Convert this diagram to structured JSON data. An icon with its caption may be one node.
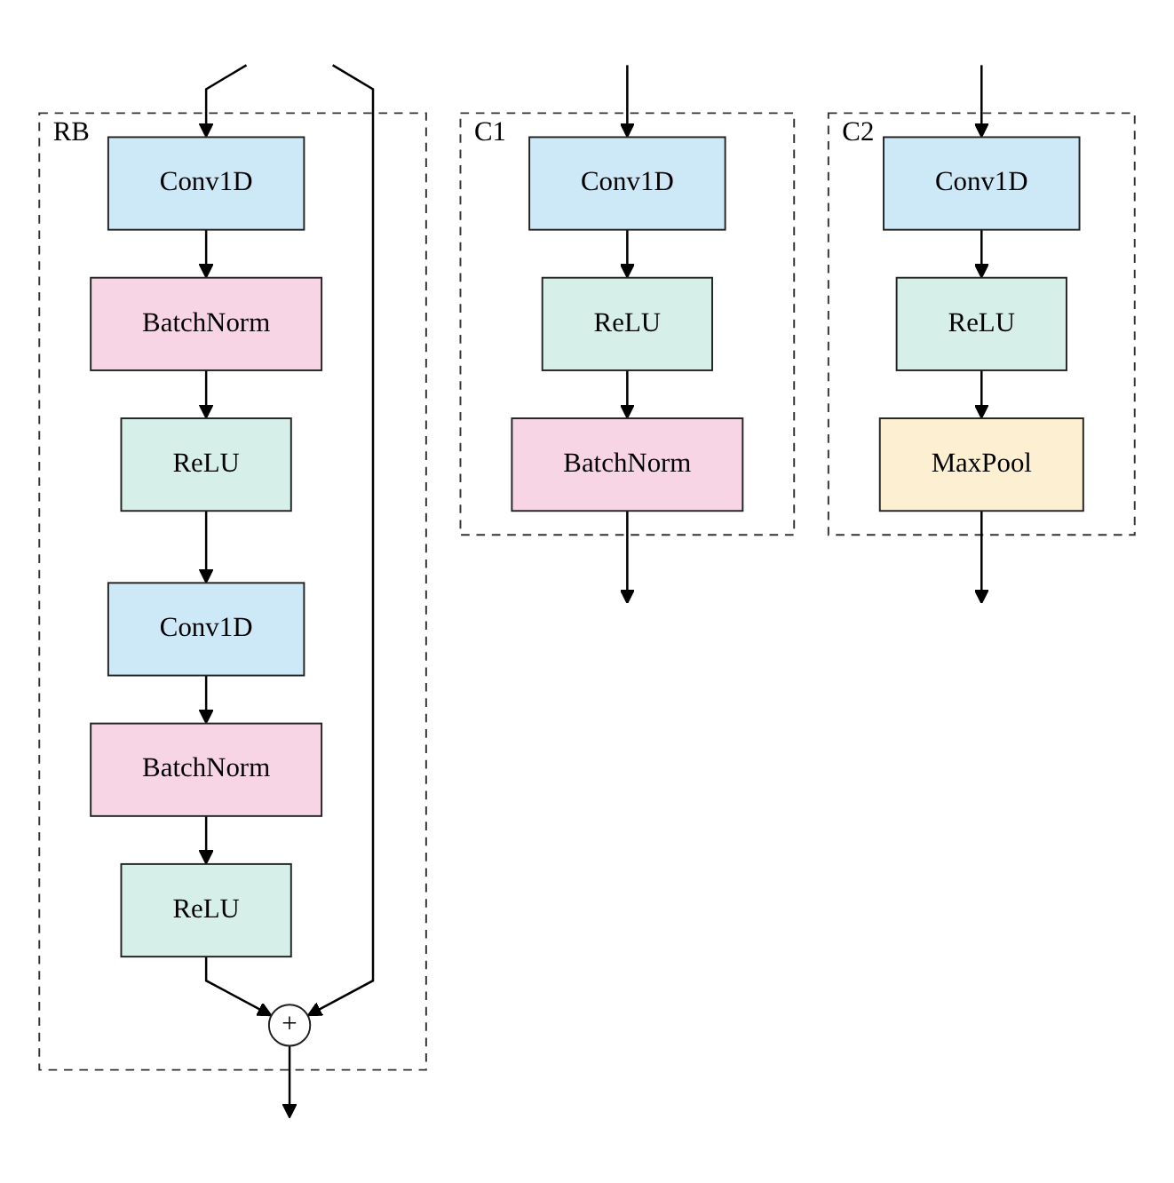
{
  "diagram": {
    "nodes": [
      {
        "text": [
          "C1"
        ]
      },
      {
        "text": [
          "Conv1D"
        ],
        "in": 0
      },
      {
        "text": [
          "ReLU"
        ],
        "in": 0
      },
      {
        "text": [
          "BatchNorm"
        ],
        "in": 0
      },
      {
        "text": [
          "C2"
        ]
      },
      {
        "text": [
          "Conv1D"
        ],
        "in": 4
      },
      {
        "text": [
          "ReLU"
        ],
        "in": 4
      },
      {
        "text": [
          "MaxPool"
        ],
        "in": 4
      },
      {
        "text": [
          "RB"
        ]
      },
      {
        "text": [
          "Conv1D"
        ],
        "in": 8
      },
      {
        "text": [
          "BatchNorm"
        ],
        "in": 8
      },
      {
        "text": [
          "ReLU"
        ],
        "in": 8
      },
      {
        "text": [
          "Conv1D"
        ],
        "in": 8
      },
      {
        "text": [
          "BatchNorm"
        ],
        "in": 8
      },
      {
        "text": [
          "ReLU"
        ],
        "in": 8
      },
      {
        "text": [
          "+"
        ],
        "in": 8
      }
    ],
    "edges": [
      {
        "from": null,
        "to": 1,
        "arrow": "to"
      },
      {
        "from": 1,
        "to": 2,
        "arrow": "to"
      },
      {
        "from": 2,
        "to": 3,
        "arrow": "to"
      },
      {
        "from": 3,
        "to": null,
        "arrow": "to"
      },
      {
        "from": null,
        "to": 5,
        "arrow": "to"
      },
      {
        "from": 5,
        "to": 6,
        "arrow": "to"
      },
      {
        "from": 6,
        "to": 7,
        "arrow": "to"
      },
      {
        "from": 7,
        "to": null,
        "arrow": "to"
      },
      {
        "from": null,
        "to": 9,
        "arrow": "to"
      },
      {
        "from": 9,
        "to": 10,
        "arrow": "to"
      },
      {
        "from": 10,
        "to": 11,
        "arrow": "to"
      },
      {
        "from": 11,
        "to": 12,
        "arrow": "to"
      },
      {
        "from": 12,
        "to": 13,
        "arrow": "to"
      },
      {
        "from": 13,
        "to": 14,
        "arrow": "to"
      },
      {
        "from": 14,
        "to": 15,
        "arrow": "to"
      },
      {
        "from": null,
        "to": 15,
        "arrow": "to"
      },
      {
        "from": 15,
        "to": null,
        "arrow": "to"
      }
    ]
  }
}
